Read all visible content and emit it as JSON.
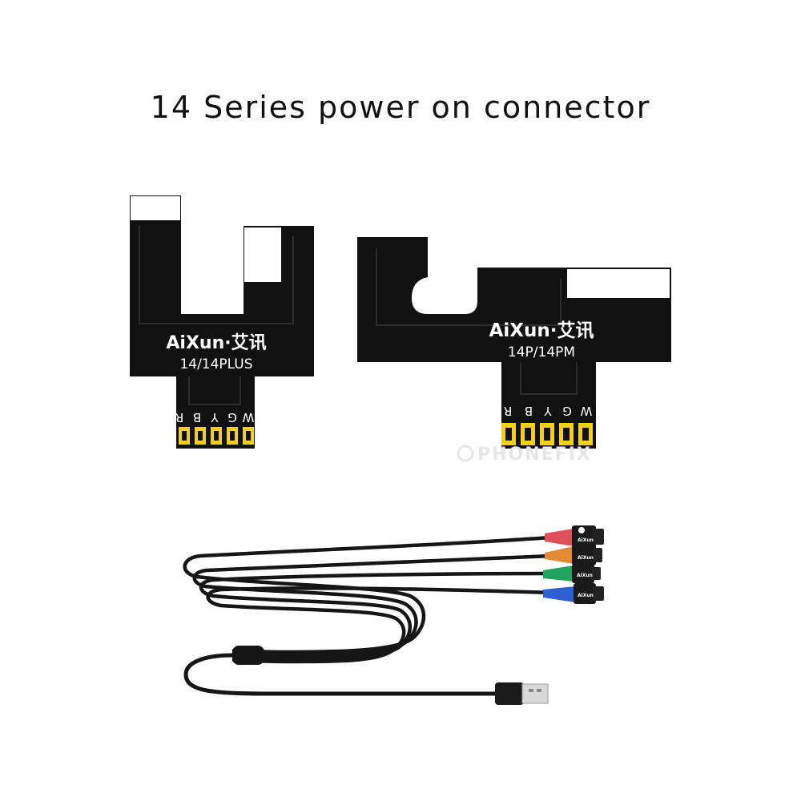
{
  "title": "14 Series power on connector",
  "boards": [
    {
      "brand": "AiXun·艾讯",
      "model": "14/14PLUS",
      "pins": [
        "R",
        "B",
        "Y",
        "G",
        "W"
      ]
    },
    {
      "brand": "AiXun·艾讯",
      "model": "14P/14PM",
      "pins": [
        "R",
        "B",
        "Y",
        "G",
        "W"
      ]
    }
  ],
  "watermark": "PHONEFIX",
  "cable": {
    "lead_colors": [
      "#e0505a",
      "#e38a35",
      "#1fa35f",
      "#2f5fd0"
    ],
    "plug_tags": [
      "AiXun",
      "AiXun",
      "AiXun",
      "AiXun"
    ]
  },
  "colors": {
    "board": "#111111",
    "contact": "#f2cf1a",
    "cable": "#161616"
  }
}
